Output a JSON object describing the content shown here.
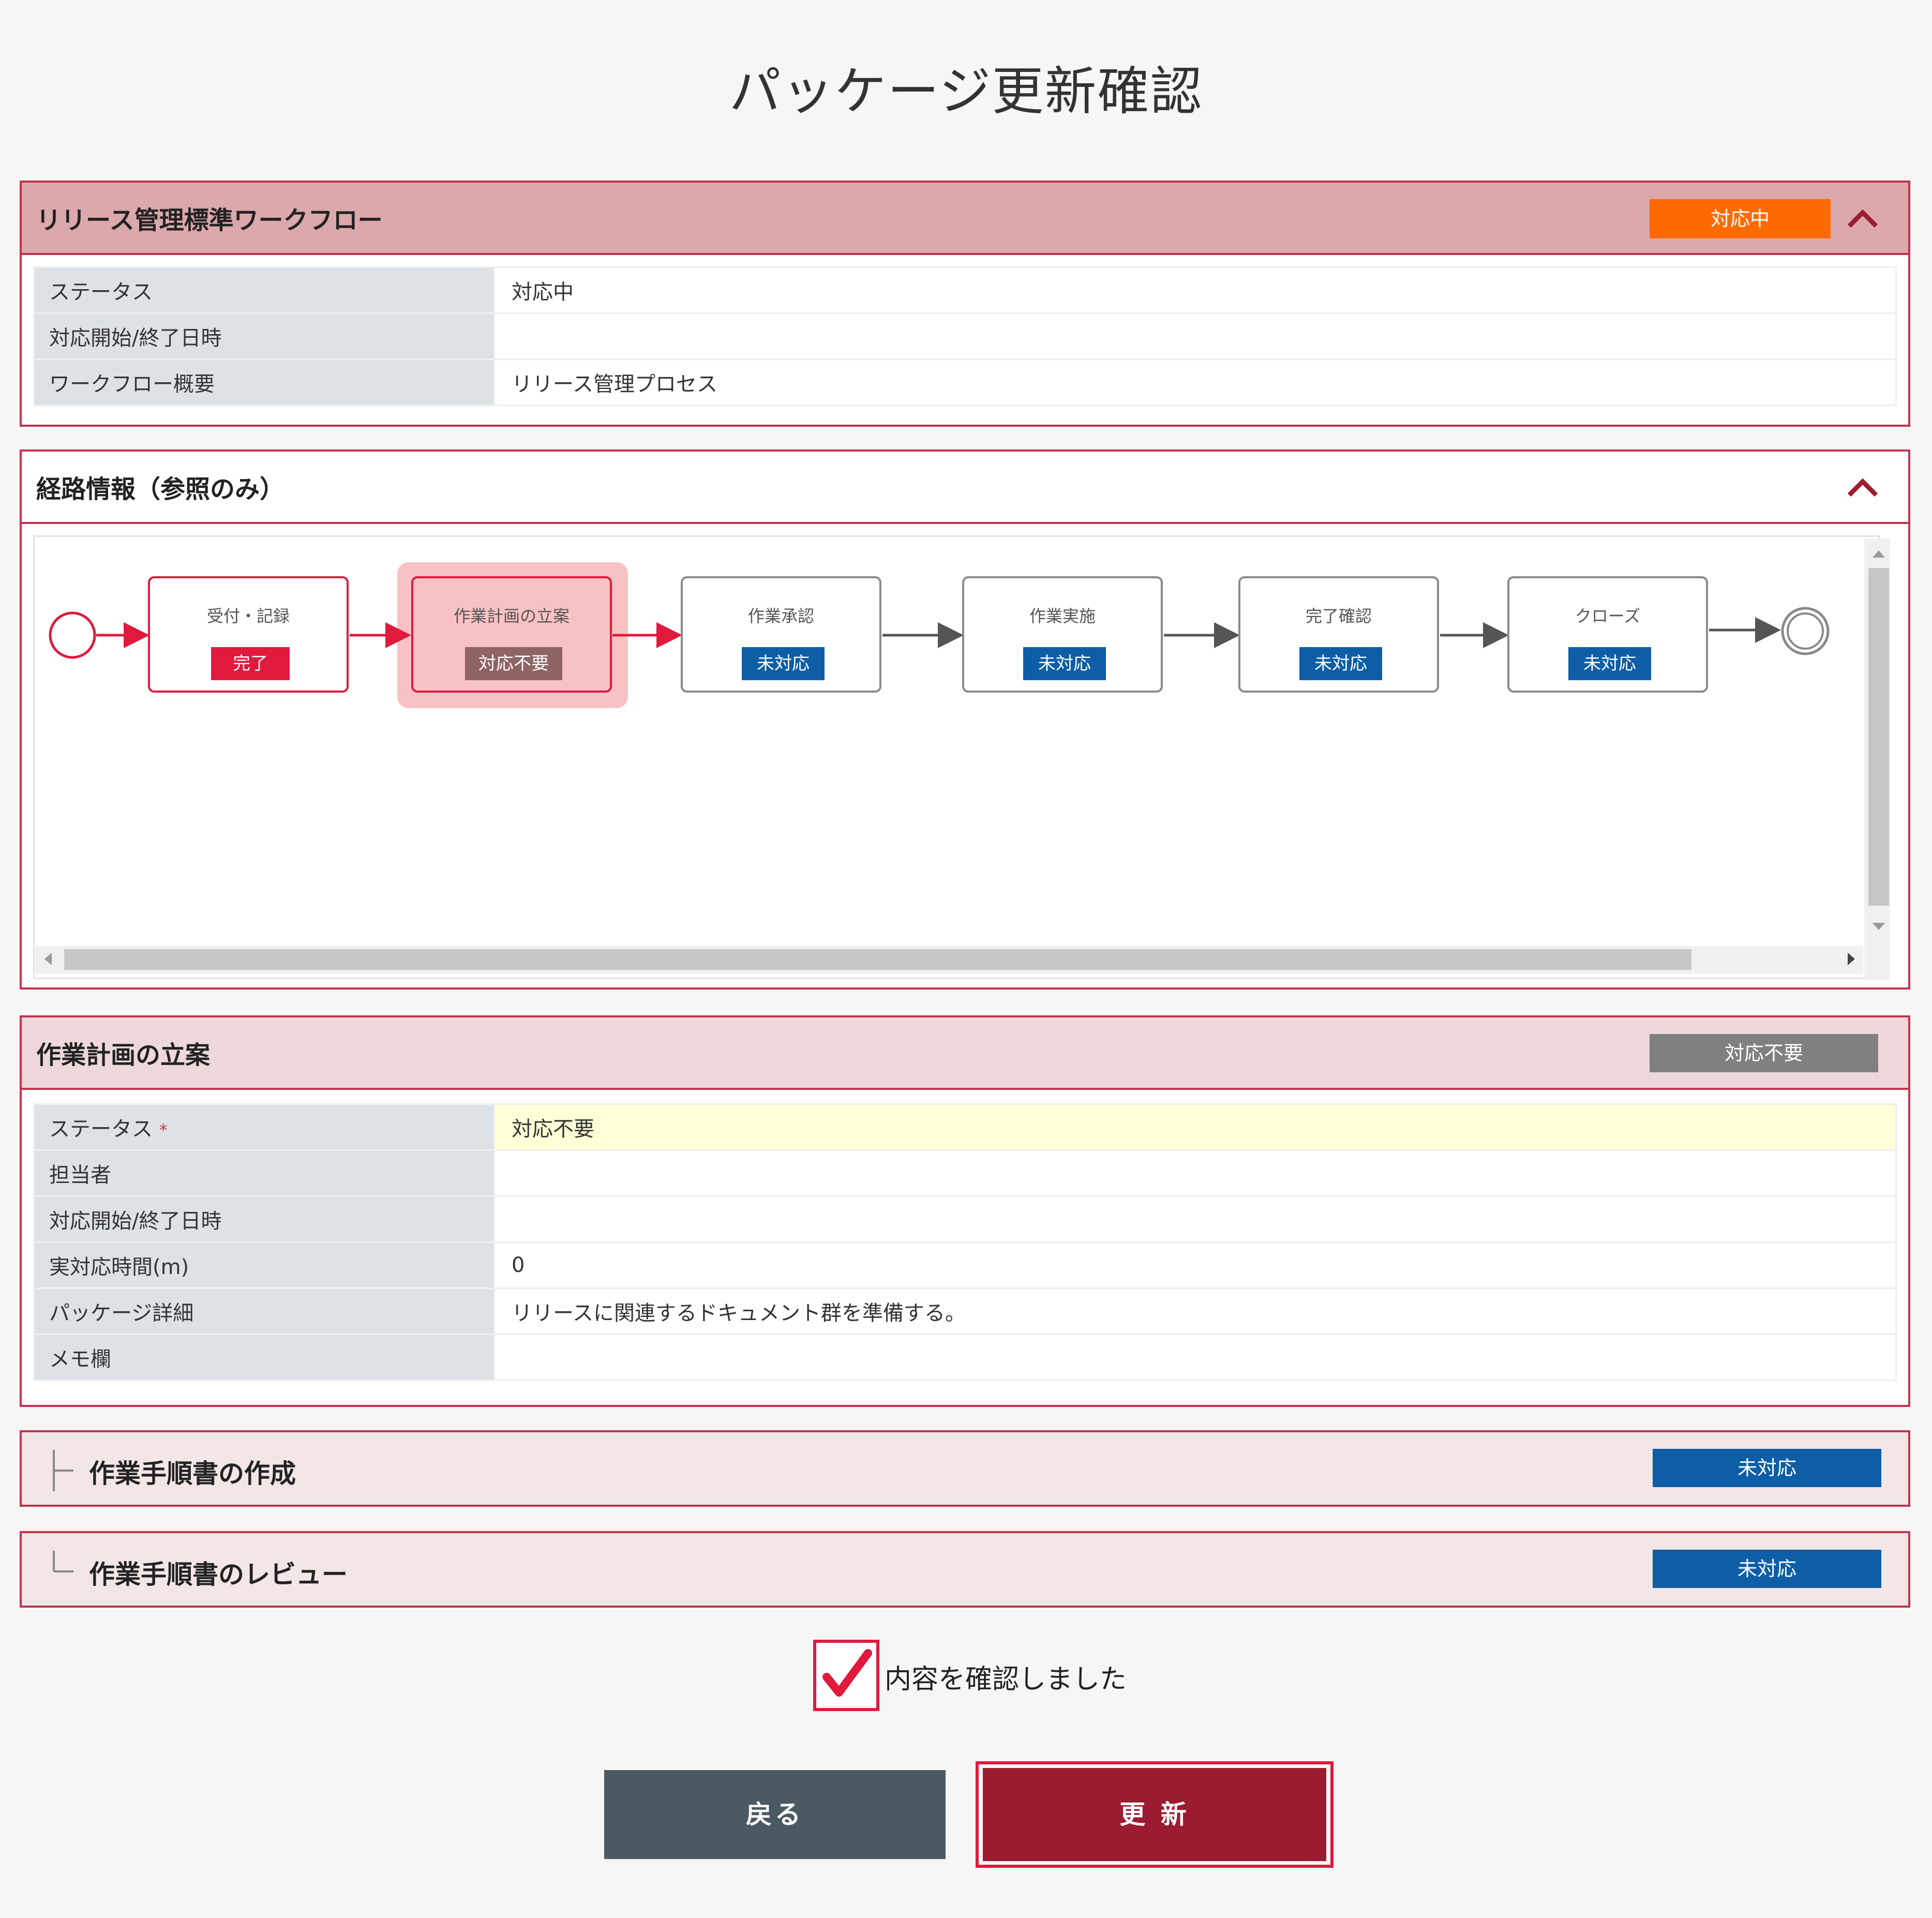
{
  "page": {
    "title": "パッケージ更新確認"
  },
  "workflow_panel": {
    "title": "リリース管理標準ワークフロー",
    "status_badge": "対応中",
    "status_badge_color": "#ff6a00",
    "rows": [
      {
        "key": "ステータス",
        "value": "対応中"
      },
      {
        "key": "対応開始/終了日時",
        "value": ""
      },
      {
        "key": "ワークフロー概要",
        "value": "リリース管理プロセス"
      }
    ]
  },
  "route_panel": {
    "title": "経路情報（参照のみ）",
    "nodes": [
      {
        "label": "受付・記録",
        "status": "完了",
        "status_color": "#e0193d"
      },
      {
        "label": "作業計画の立案",
        "status": "対応不要",
        "status_color": "#8f6464"
      },
      {
        "label": "作業承認",
        "status": "未対応",
        "status_color": "#0d5ea6"
      },
      {
        "label": "作業実施",
        "status": "未対応",
        "status_color": "#0d5ea6"
      },
      {
        "label": "完了確認",
        "status": "未対応",
        "status_color": "#0d5ea6"
      },
      {
        "label": "クローズ",
        "status": "未対応",
        "status_color": "#0d5ea6"
      }
    ]
  },
  "task_panel": {
    "title": "作業計画の立案",
    "status_badge": "対応不要",
    "status_badge_color": "#808080",
    "rows": [
      {
        "key": "ステータス",
        "required_mark": "*",
        "value": "対応不要"
      },
      {
        "key": "担当者",
        "value": ""
      },
      {
        "key": "対応開始/終了日時",
        "value": ""
      },
      {
        "key": "実対応時間(m)",
        "value": "0"
      },
      {
        "key": "パッケージ詳細",
        "value": "リリースに関連するドキュメント群を準備する。"
      },
      {
        "key": "メモ欄",
        "value": ""
      }
    ]
  },
  "subtasks": [
    {
      "label": "作業手順書の作成",
      "status": "未対応",
      "status_color": "#0d5ea6"
    },
    {
      "label": "作業手順書のレビュー",
      "status": "未対応",
      "status_color": "#0d5ea6"
    }
  ],
  "confirm": {
    "label": "内容を確認しました",
    "checked": true
  },
  "buttons": {
    "back": "戻る",
    "update": "更 新"
  },
  "colors": {
    "accent": "#c2334b",
    "update_button": "#9b1c31",
    "back_button": "#4a5962"
  }
}
